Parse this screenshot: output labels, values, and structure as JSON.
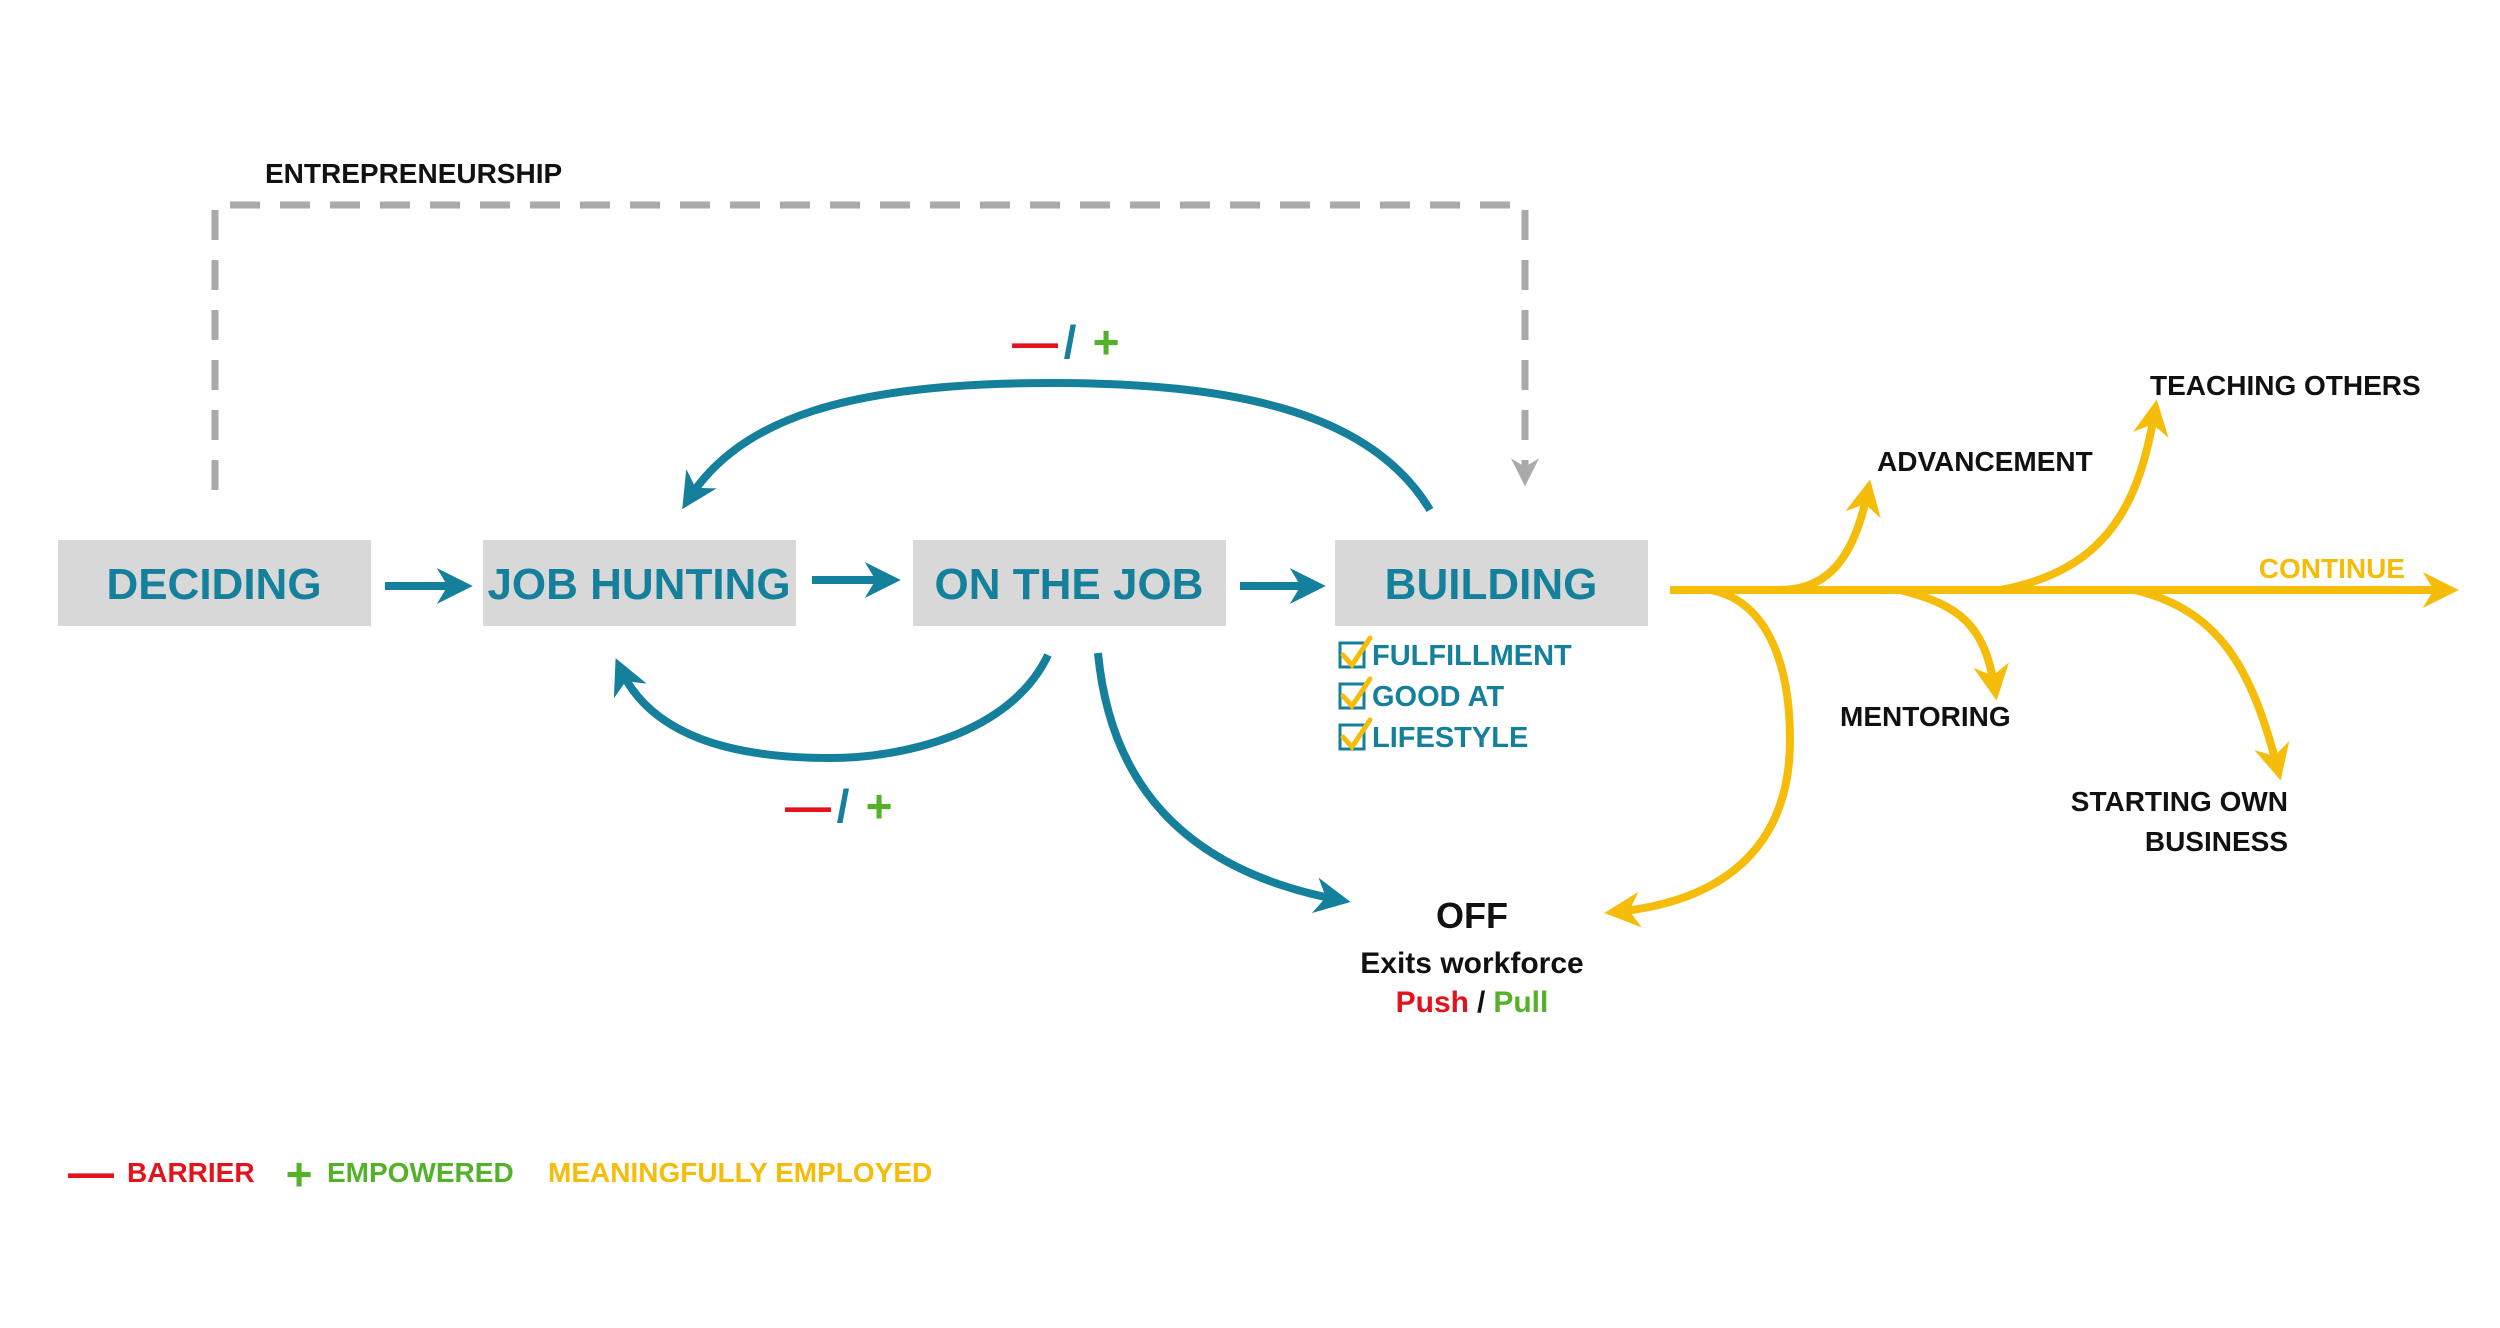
{
  "colors": {
    "teal": "#15809b",
    "gold": "#f5bd0a",
    "red": "#e3121b",
    "green": "#54b22a",
    "gray_box": "#d8d8d8",
    "gray_dash": "#aaaaaa",
    "black": "#111111"
  },
  "stages": [
    "DECIDING",
    "JOB HUNTING",
    "ON THE JOB",
    "BUILDING"
  ],
  "entrepreneurship_label": "ENTREPRENEURSHIP",
  "loops": {
    "top": {
      "minus": "—",
      "slash": "/",
      "plus": "+"
    },
    "bottom": {
      "minus": "—",
      "slash": "/",
      "plus": "+"
    }
  },
  "checklist": [
    "FULFILLMENT",
    "GOOD AT",
    "LIFESTYLE"
  ],
  "branches": {
    "advancement": "ADVANCEMENT",
    "teaching_others": "TEACHING OTHERS",
    "continue": "CONTINUE",
    "mentoring": "MENTORING",
    "starting_own_business": [
      "STARTING OWN",
      "BUSINESS"
    ]
  },
  "off": {
    "title": "OFF",
    "subtitle": "Exits workforce",
    "push": "Push",
    "separator": "/",
    "pull": "Pull"
  },
  "legend": {
    "barrier_symbol": "—",
    "barrier": "BARRIER",
    "empowered_symbol": "+",
    "empowered": "EMPOWERED",
    "meaningfully_employed": "MEANINGFULLY EMPLOYED"
  }
}
